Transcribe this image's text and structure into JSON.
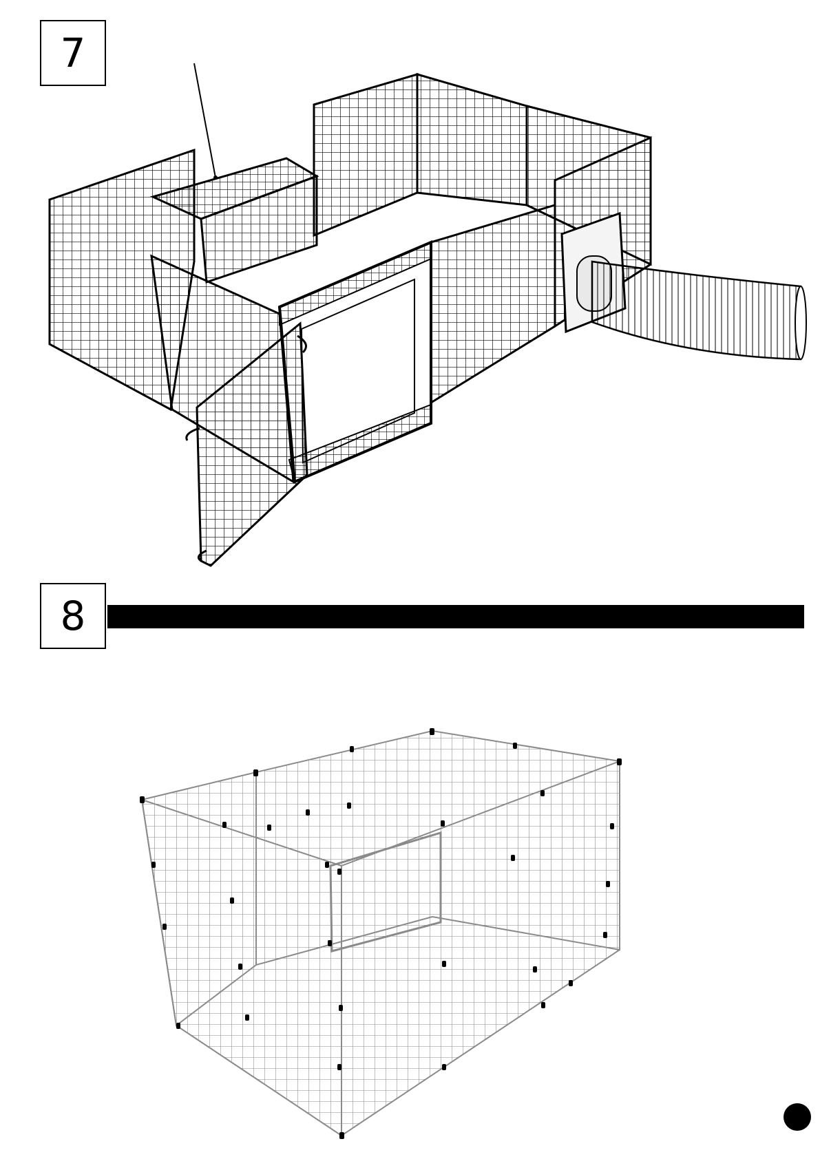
{
  "steps": [
    {
      "number": "7"
    },
    {
      "number": "8"
    }
  ],
  "colors": {
    "ink": "#000000",
    "paper": "#ffffff",
    "light_ink": "#8a8a8a"
  },
  "icons": [
    "pointer-line",
    "page-indicator-dot"
  ]
}
